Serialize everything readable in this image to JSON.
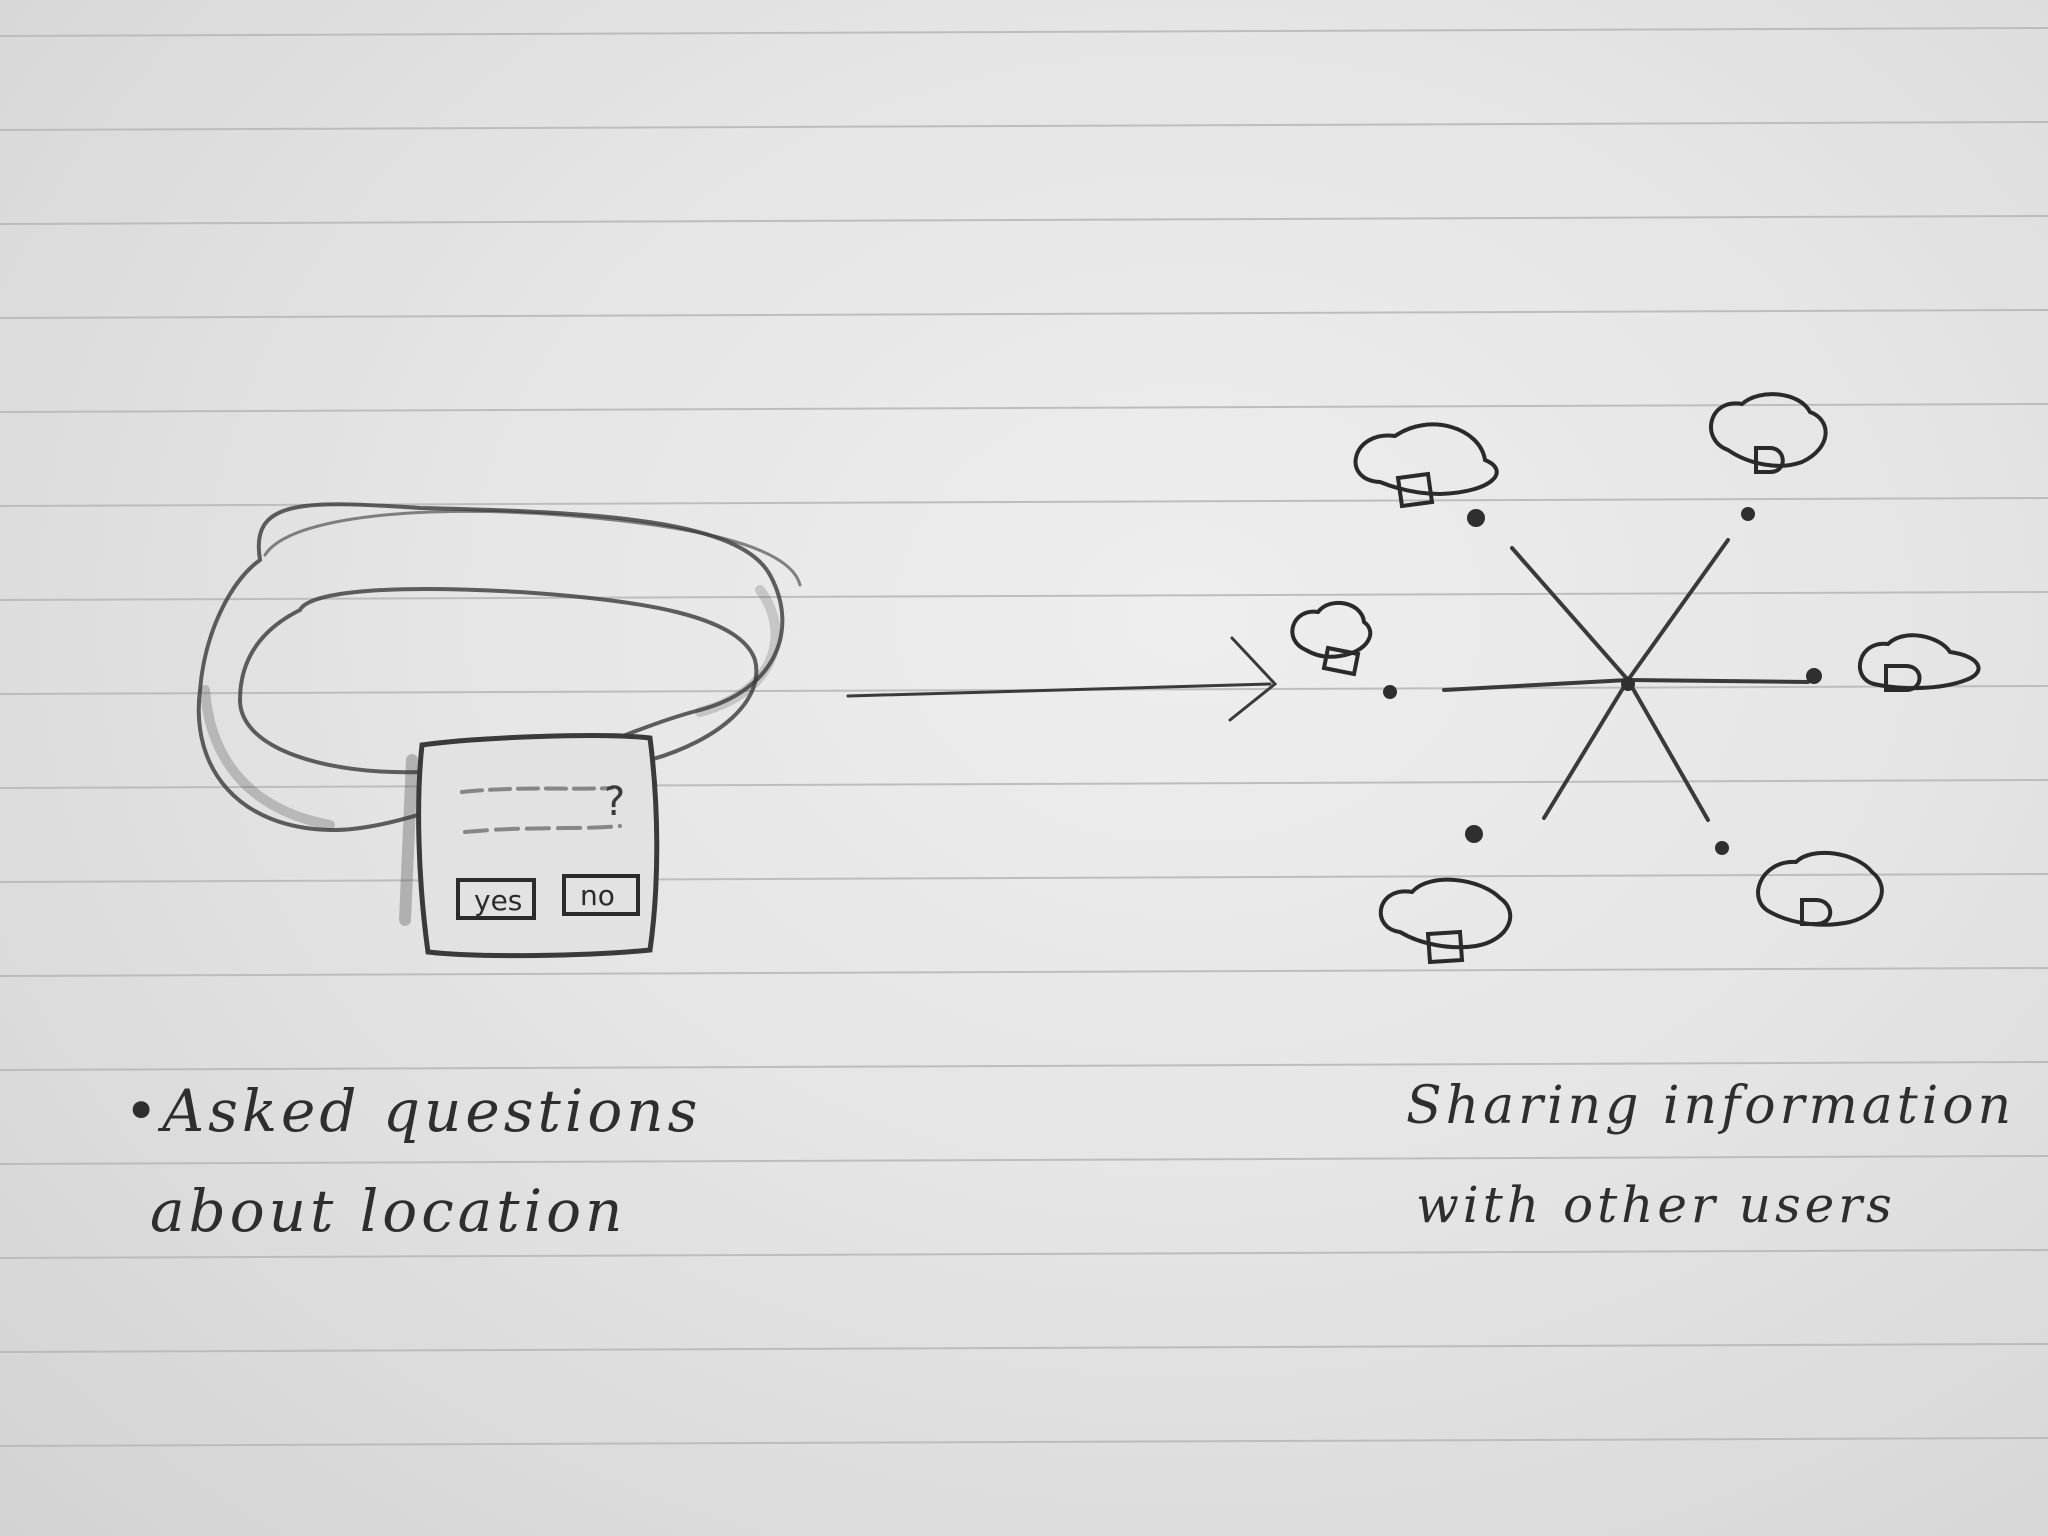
{
  "device": {
    "prompt_mark": "?",
    "yes_label": "yes",
    "no_label": "no"
  },
  "captions": {
    "left_line1": "•Asked questions",
    "left_line2": "about location",
    "right_line1": "Sharing information",
    "right_line2": "with other users"
  },
  "colors": {
    "paper": "#e8e8e8",
    "rule_line": "#b9b9b9",
    "pencil": "#2e2e2e"
  }
}
